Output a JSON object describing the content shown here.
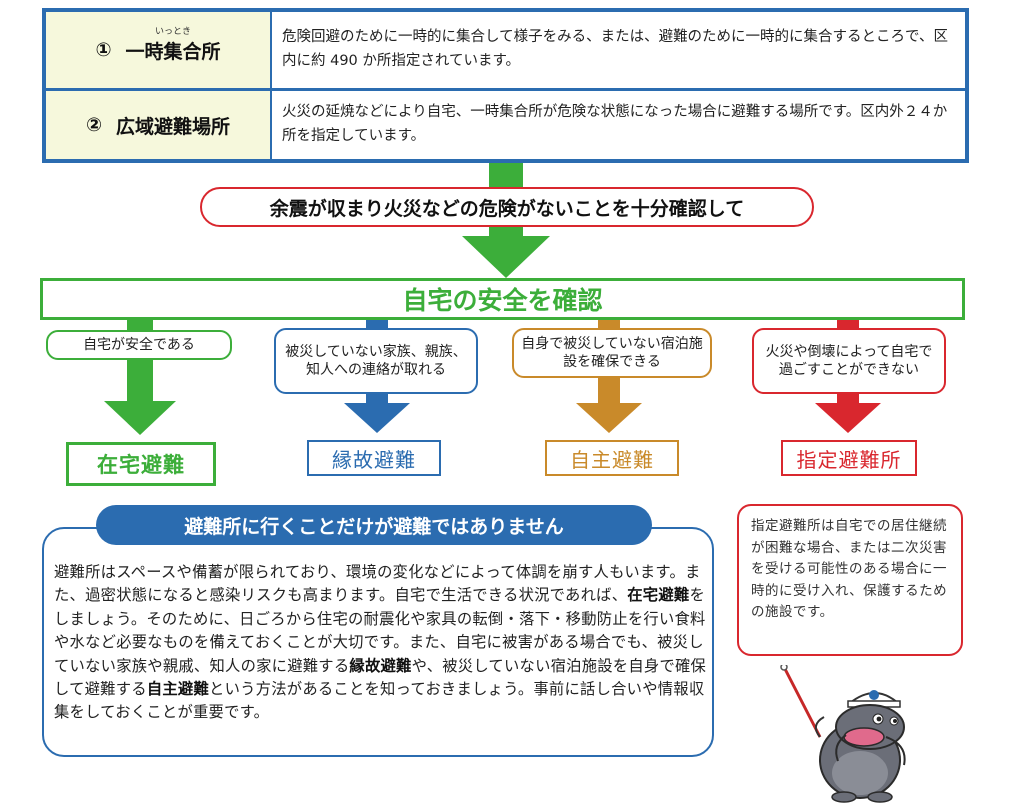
{
  "definitions": [
    {
      "num": "①",
      "term": "一時集合所",
      "term_ruby": "いっとき",
      "description": "危険回避のために一時的に集合して様子をみる、または、避難のために一時的に集合するところで、区内に約 490 か所指定されています。"
    },
    {
      "num": "②",
      "term": "広域避難場所",
      "description": "火災の延焼などにより自宅、一時集合所が危険な状態になった場合に避難する場所です。区内外２４か所を指定しています。"
    }
  ],
  "flow": {
    "confirm_text": "余震が収まり火災などの危険がないことを十分確認して",
    "safety_check": "自宅の安全を確認",
    "branches": [
      {
        "condition": "自宅が安全である",
        "result": "在宅避難",
        "color": "#3cae3a"
      },
      {
        "condition": "被災していない家族、親族、知人への連絡が取れる",
        "result": "縁故避難",
        "color": "#2b6cb0"
      },
      {
        "condition": "自身で被災していない宿泊施設を確保できる",
        "result": "自主避難",
        "color": "#c98a2a"
      },
      {
        "condition": "火災や倒壊によって自宅で過ごすことができない",
        "result": "指定避難所",
        "color": "#d9272e"
      }
    ]
  },
  "info": {
    "title": "避難所に行くことだけが避難ではありません",
    "text_1": "避難所はスペースや備蓄が限られており、環境の変化などによって体調を崩す人もいます。また、過密状態になると感染リスクも高まります。自宅で生活できる状況であれば、",
    "bold_1": "在宅避難",
    "text_2": "をしましょう。そのために、日ごろから住宅の耐震化や家具の転倒・落下・移動防止を行い食料や水など必要なものを備えておくことが大切です。また、自宅に被害がある場合でも、被災していない家族や親戚、知人の家に避難する",
    "bold_2": "縁故避難",
    "text_3": "や、被災していない宿泊施設を自身で確保して避難する",
    "bold_3": "自主避難",
    "text_4": "という方法があることを知っておきましょう。事前に話し合いや情報収集をしておくことが重要です。"
  },
  "shelter_note": "指定避難所は自宅での居住継続が困難な場合、または二次災害を受ける可能性のある場合に一時的に受け入れ、保護するための施設です。"
}
